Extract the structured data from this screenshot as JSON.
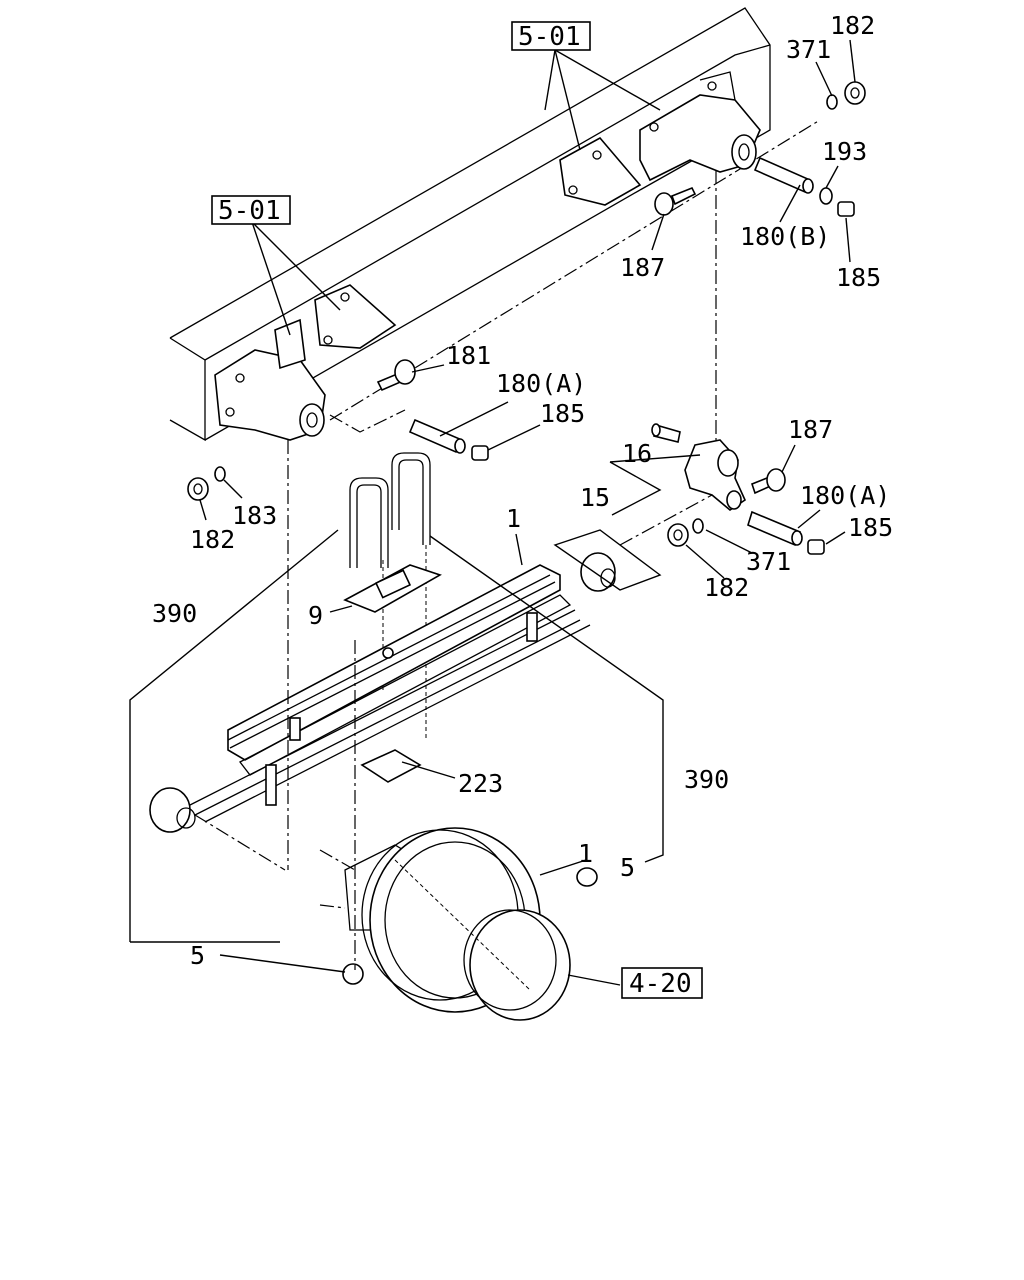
{
  "diagram": {
    "ref_boxes": {
      "frame_ref_top": "5-01",
      "frame_ref_left": "5-01",
      "axle_ref": "4-20"
    },
    "callouts": {
      "c_182_top": "182",
      "c_371_top": "371",
      "c_193": "193",
      "c_180b": "180(B)",
      "c_185_top": "185",
      "c_187_top": "187",
      "c_181": "181",
      "c_180a_left": "180(A)",
      "c_185_mid": "185",
      "c_16": "16",
      "c_15": "15",
      "c_187_right": "187",
      "c_180a_right": "180(A)",
      "c_185_right": "185",
      "c_371_right": "371",
      "c_182_right": "182",
      "c_182_left": "182",
      "c_183": "183",
      "c_1_spring": "1",
      "c_9": "9",
      "c_390_left": "390",
      "c_390_right": "390",
      "c_223": "223",
      "c_1_axle": "1",
      "c_5_right": "5",
      "c_5_left": "5"
    }
  }
}
